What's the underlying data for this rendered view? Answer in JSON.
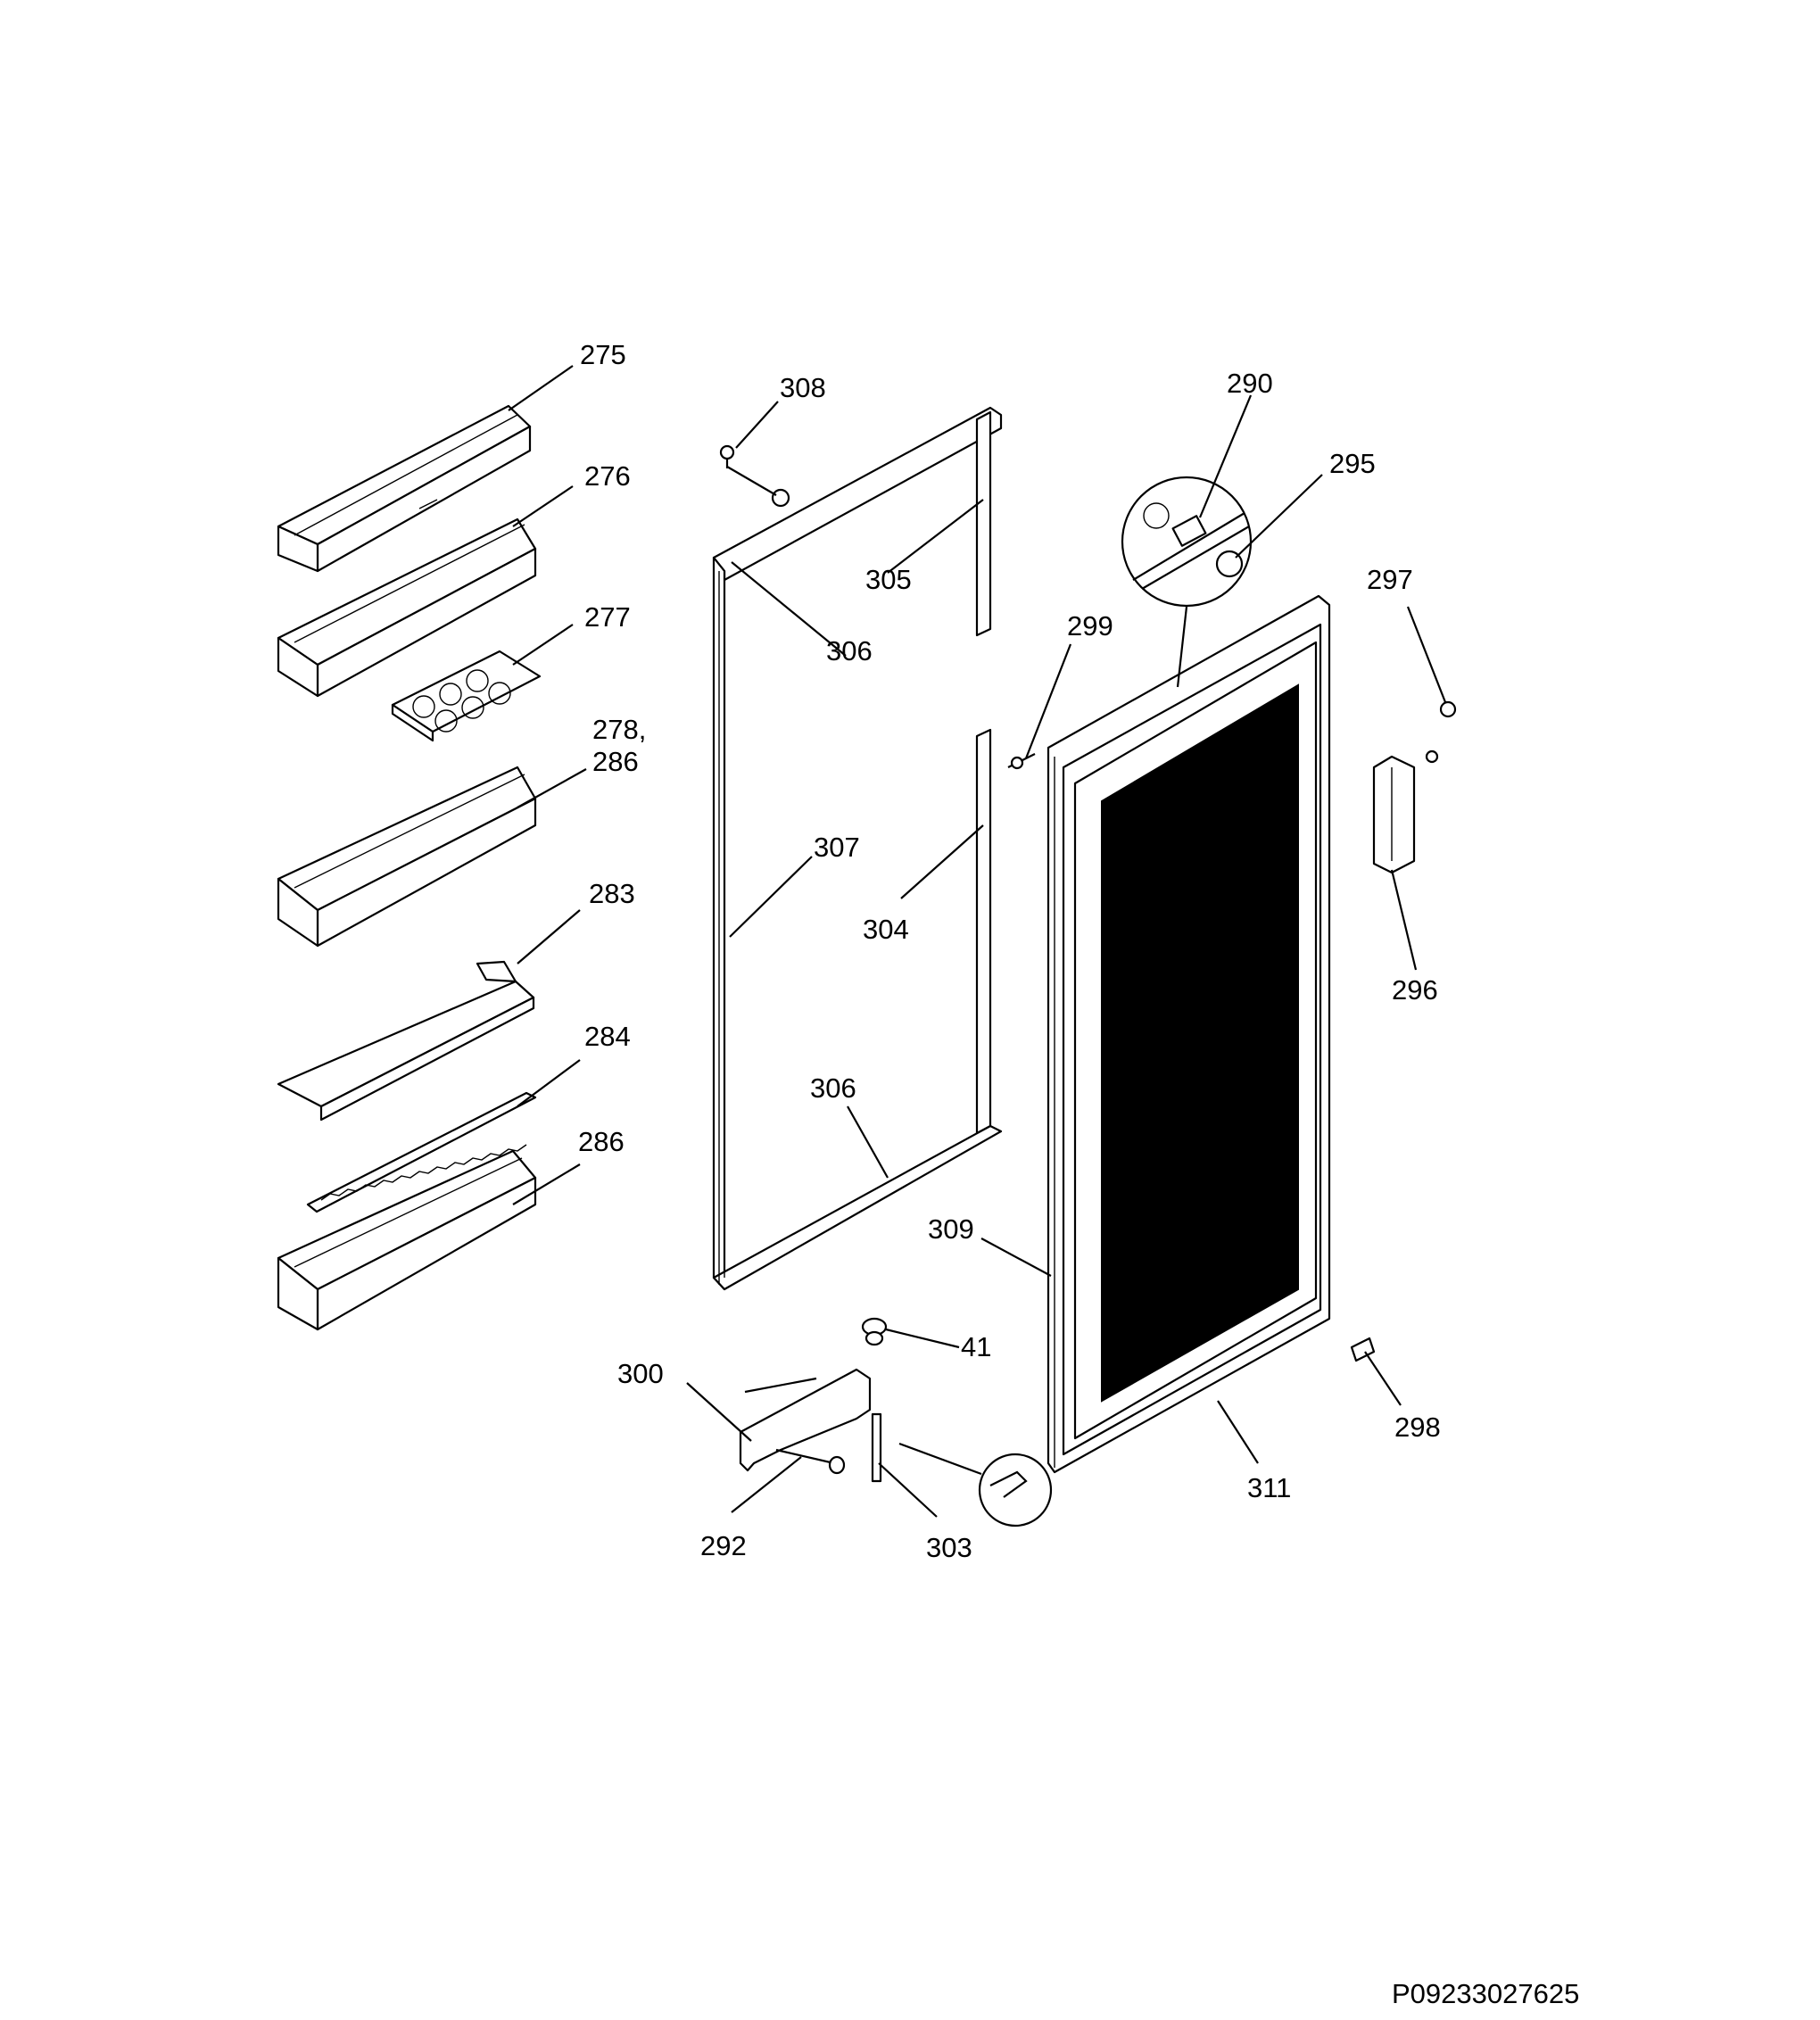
{
  "callouts": {
    "c275": "275",
    "c276": "276",
    "c277": "277",
    "c278": "278,",
    "c278b": "286",
    "c283": "283",
    "c284": "284",
    "c286": "286",
    "c308": "308",
    "c305": "305",
    "c306a": "306",
    "c307": "307",
    "c304": "304",
    "c306b": "306",
    "c290": "290",
    "c295": "295",
    "c297": "297",
    "c299": "299",
    "c296": "296",
    "c309": "309",
    "c41": "41",
    "c300": "300",
    "c292": "292",
    "c303": "303",
    "c311": "311",
    "c298": "298"
  },
  "document_id": "P09233027625"
}
